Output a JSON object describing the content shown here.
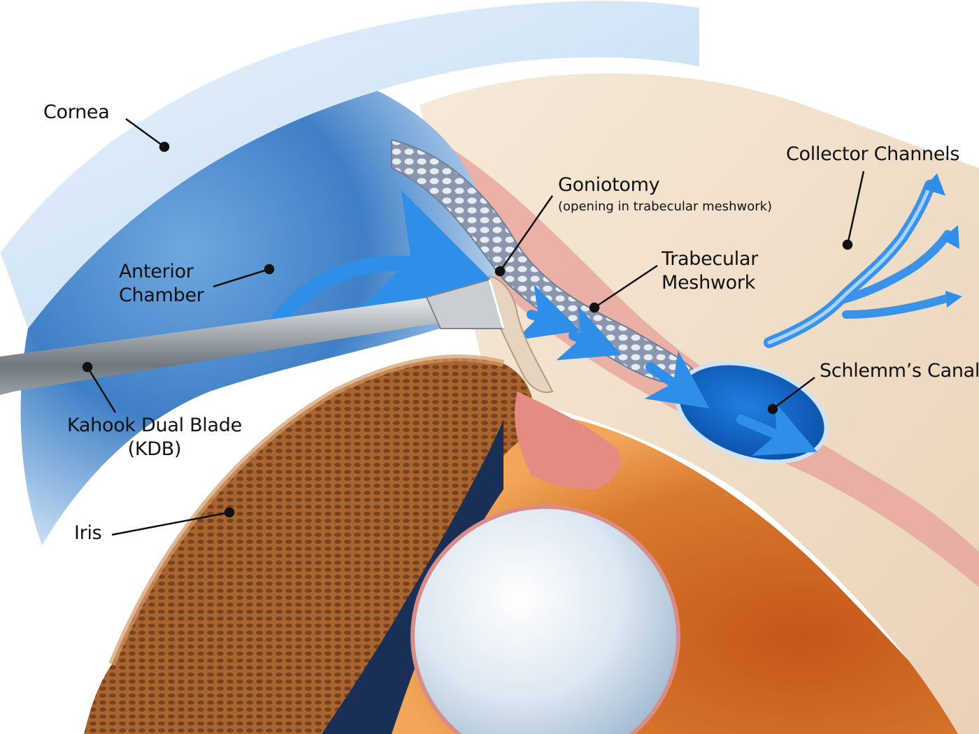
{
  "labels": {
    "cornea": "Cornea",
    "anterior_chamber": [
      "Anterior",
      "Chamber"
    ],
    "kahook_dual_blade": [
      "Kahook Dual Blade",
      "(KDB)"
    ],
    "iris": "Iris",
    "goniotomy": "Goniotomy",
    "goniotomy_note": "(opening in trabecular meshwork)",
    "trabecular_meshwork": [
      "Trabecular",
      "Meshwork"
    ],
    "collector_channels": "Collector Channels",
    "schlemms_canal": "Schlemm’s Canal"
  },
  "colors": {
    "aqueous_flow": "#2f8fe8",
    "cornea": "#cfe3f6",
    "iris": "#b8733f",
    "sclera": "#f1e2cf",
    "lens": "#e6eef6",
    "vascular_tissue": "#e79a93",
    "leader_line": "#111111"
  }
}
